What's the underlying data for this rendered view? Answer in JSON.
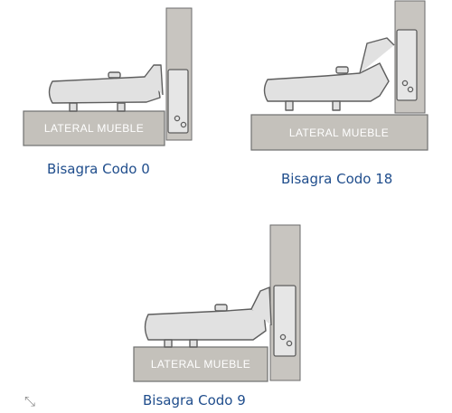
{
  "diagrams": [
    {
      "panel_label": "LATERAL MUEBLE",
      "caption": "Bisagra Codo 0"
    },
    {
      "panel_label": "LATERAL MUEBLE",
      "caption": "Bisagra Codo 18"
    },
    {
      "panel_label": "LATERAL MUEBLE",
      "caption": "Bisagra Codo 9"
    }
  ],
  "colors": {
    "panel_fill": "#c4c1bb",
    "panel_stroke": "#6f6f6f",
    "door_fill": "#c8c5c0",
    "hinge_fill": "#e1e1e1",
    "hinge_stroke": "#5e5e5e",
    "caption": "#1f4d8c"
  },
  "controls": {
    "expand_icon": "expand-arrows-icon"
  }
}
